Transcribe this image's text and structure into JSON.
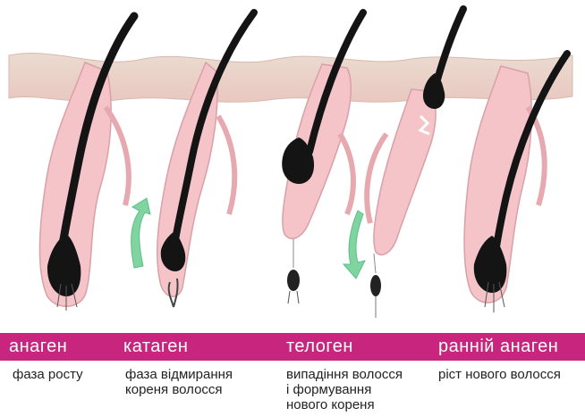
{
  "colors": {
    "band": "#c8267e",
    "band_text": "#ffffff",
    "skin": "#f4c4c8",
    "skin_edge": "#d9a0a6",
    "skin_top": "#ead7c9",
    "hair": "#141414",
    "arrow": "#7fd4a0"
  },
  "phases": [
    {
      "name": "анаген",
      "description": "фаза росту"
    },
    {
      "name": "катаген",
      "description": "фаза відмирання\nкореня волосся"
    },
    {
      "name": "телоген",
      "description": "випадіння волосся\nі формування\nнового кореня"
    },
    {
      "name": "ранній анаген",
      "description": "ріст нового волосся"
    }
  ],
  "icons": [
    "arrow-up-icon",
    "arrow-down-icon"
  ]
}
